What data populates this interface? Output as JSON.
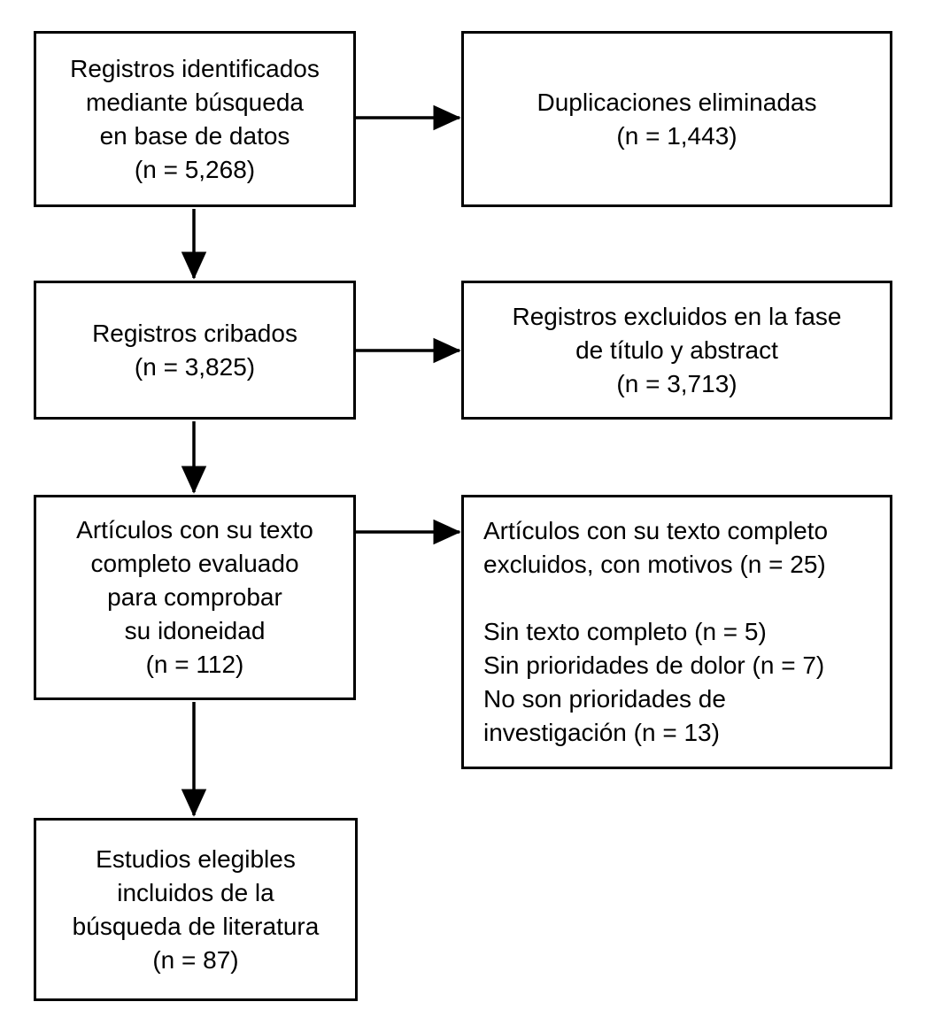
{
  "diagram": {
    "type": "prisma-flow-diagram",
    "language": "es",
    "colors": {
      "background": "#ffffff",
      "border": "#000000",
      "text": "#000000",
      "connector": "#000000"
    },
    "nodes": {
      "identified": {
        "lines": [
          "Registros identificados",
          "mediante búsqueda",
          "en base de datos",
          "(n = 5,268)"
        ],
        "count": "5,268",
        "align": "center"
      },
      "duplicates": {
        "lines": [
          "Duplicaciones eliminadas",
          "(n = 1,443)"
        ],
        "count": "1,443",
        "align": "center"
      },
      "screened": {
        "lines": [
          "Registros cribados",
          "(n = 3,825)"
        ],
        "count": "3,825",
        "align": "center"
      },
      "excluded_title_abstract": {
        "lines": [
          "Registros excluidos en la fase",
          "de título y abstract",
          "(n = 3,713)"
        ],
        "count": "3,713",
        "align": "center"
      },
      "fulltext_assessed": {
        "lines": [
          "Artículos con su texto",
          "completo evaluado",
          "para comprobar",
          "su idoneidad",
          "(n = 112)"
        ],
        "count": "112",
        "align": "center"
      },
      "excluded_fulltext": {
        "lines": [
          "Artículos con su texto completo",
          "excluidos, con motivos (n = 25)",
          "",
          "Sin texto completo (n = 5)",
          "Sin prioridades de dolor (n = 7)",
          "No son prioridades de",
          "investigación (n = 13)"
        ],
        "count": "25",
        "reasons": [
          {
            "label": "Sin texto completo",
            "count": "5"
          },
          {
            "label": "Sin prioridades de dolor",
            "count": "7"
          },
          {
            "label": "No son prioridades de investigación",
            "count": "13"
          }
        ],
        "align": "left"
      },
      "included": {
        "lines": [
          "Estudios elegibles",
          "incluidos de la",
          "búsqueda de literatura",
          "(n = 87)"
        ],
        "count": "87",
        "align": "center"
      }
    },
    "edges": [
      {
        "from": "identified",
        "to": "duplicates",
        "direction": "right"
      },
      {
        "from": "identified",
        "to": "screened",
        "direction": "down"
      },
      {
        "from": "screened",
        "to": "excluded_title_abstract",
        "direction": "right"
      },
      {
        "from": "screened",
        "to": "fulltext_assessed",
        "direction": "down"
      },
      {
        "from": "fulltext_assessed",
        "to": "excluded_fulltext",
        "direction": "right"
      },
      {
        "from": "fulltext_assessed",
        "to": "included",
        "direction": "down"
      }
    ]
  }
}
